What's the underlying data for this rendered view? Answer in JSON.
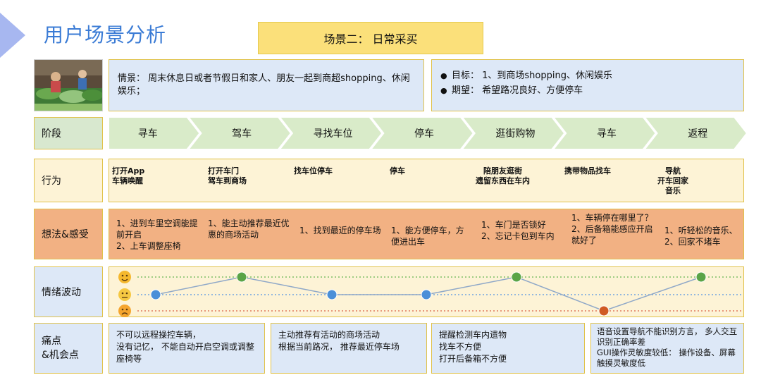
{
  "title": "用户场景分析",
  "scene": "场景二： 日常采买",
  "situation": "情景： 周末休息日或者节假日和家人、朋友一起到商超shopping、休闲娱乐；",
  "goals": [
    "目标： 1、到商场shopping、休闲娱乐",
    "期望： 希望路况良好、方便停车"
  ],
  "rows": {
    "stage": "阶段",
    "behavior": "行为",
    "thoughts": "想法&感受",
    "emotion": "情绪波动",
    "pain": "痛点\n&机会点"
  },
  "stages": [
    "寻车",
    "驾车",
    "寻找车位",
    "停车",
    "逛街购物",
    "寻车",
    "返程"
  ],
  "behaviors": [
    "打开App\n车辆唤醒",
    "打开车门\n驾车到商场",
    "找车位停车",
    "停车",
    "陪朋友逛街\n遗留东西在车内",
    "携带物品找车",
    "导航\n开车回家\n音乐"
  ],
  "thoughts": [
    "1、进到车里空调能提前开启\n2、上车调整座椅",
    "1、能主动推荐最近优惠的商场活动",
    "1、找到最近的停车场",
    "1、能方便停车，方便进出车",
    "1、车门是否锁好\n2、忘记卡包到车内",
    "1、车辆停在哪里了？\n2、后备箱能感应开启就好了",
    "1、听轻松的音乐、\n2、回家不堵车"
  ],
  "emotion_levels": [
    "mid",
    "high",
    "mid",
    "mid",
    "high",
    "low",
    "high"
  ],
  "pain_points": [
    "不可以远程操控车辆，\n没有记忆， 不能自动开启空调或调整座椅等",
    "主动推荐有活动的商场活动\n根据当前路况， 推荐最近停车场",
    "提醒检测车内遗物\n找车不方便\n打开后备箱不方便",
    "语音设置导航不能识别方言， 多人交互识别正确率差\nGUI操作灵敏度较低： 操作设备、屏幕触摸灵敏度低"
  ],
  "colors": {
    "title": "#3a7bd5",
    "stage_arrow": "#d9ebc9",
    "behavior_bg": "#fdf3d6",
    "thought_bg": "#f2b183",
    "emotion_high": "#5aa447",
    "emotion_mid": "#4a8fd8",
    "emotion_low": "#d05a23",
    "border": "#e0c24a"
  },
  "face_icons": [
    "happy-face-icon",
    "neutral-face-icon",
    "sad-face-icon"
  ]
}
